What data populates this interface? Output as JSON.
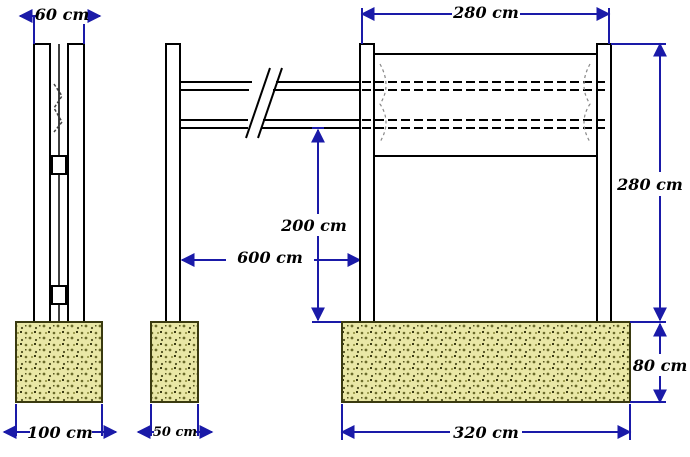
{
  "dimensions": {
    "side_post_width": "60 cm",
    "side_footing_width": "100 cm",
    "middle_footing_width": "50 cm",
    "beam_span": "600 cm",
    "bar_clearance": "200 cm",
    "frame_width": "280 cm",
    "frame_height": "280 cm",
    "footing_depth": "80 cm",
    "main_footing_width": "320 cm"
  },
  "colors": {
    "dimension_line": "#1a1aa8",
    "concrete": "#e8e6a0",
    "outline": "#000000"
  }
}
